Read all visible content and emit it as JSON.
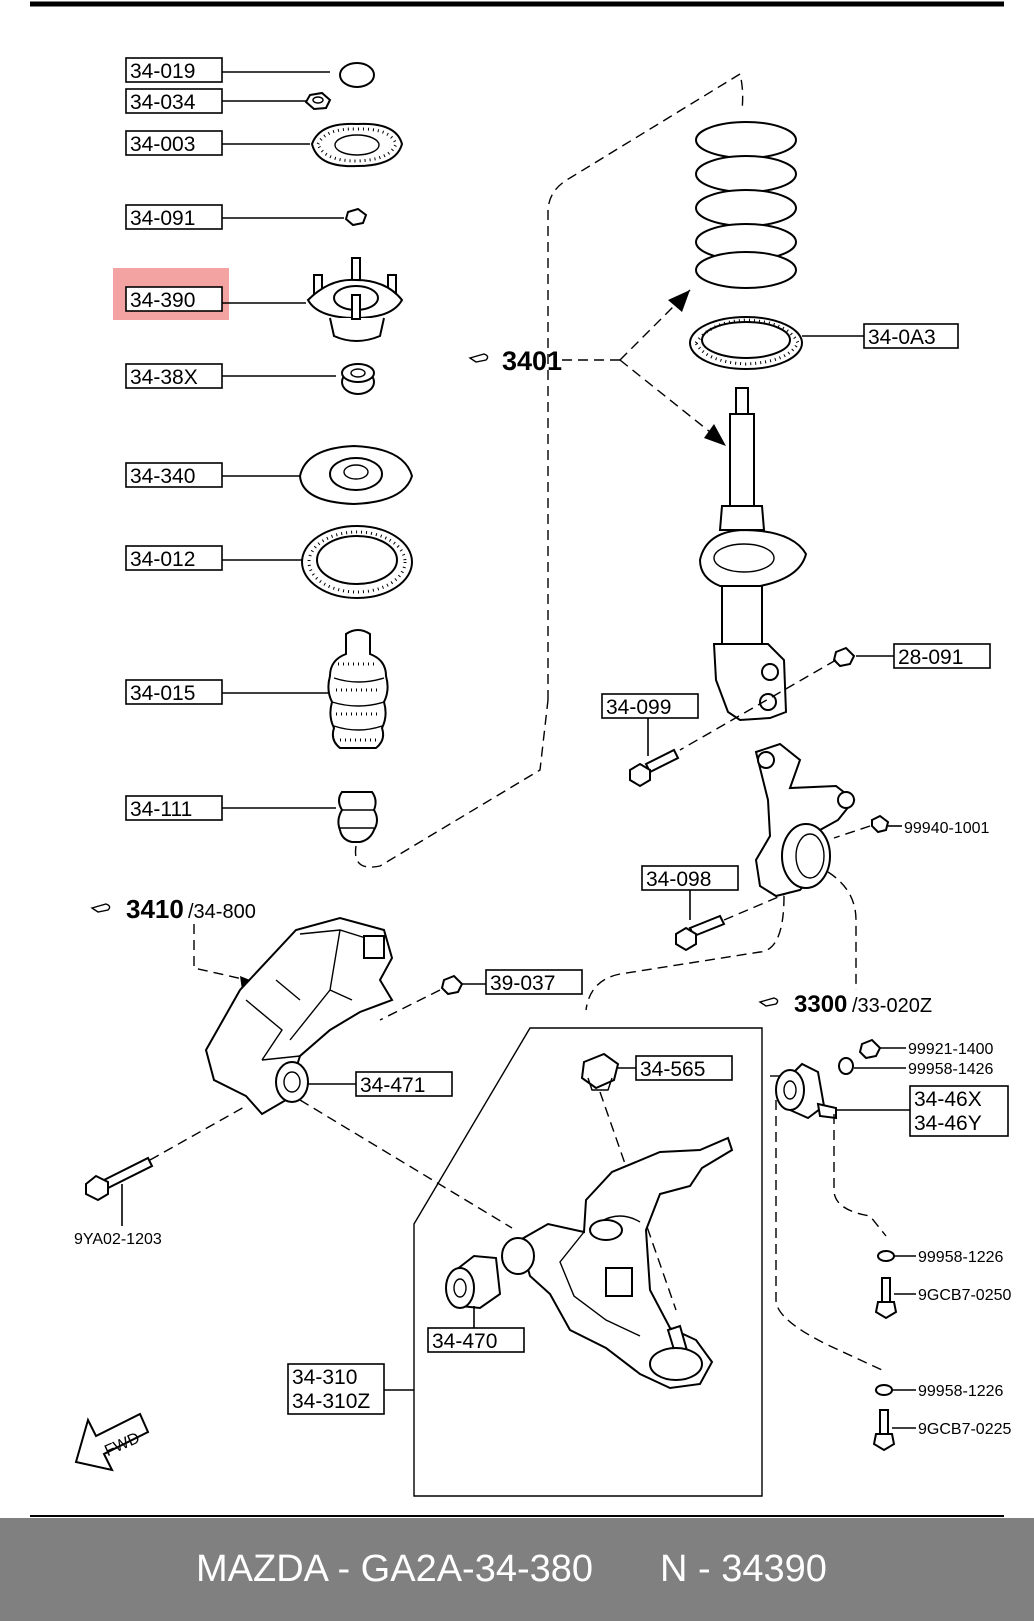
{
  "diagram": {
    "highlight_color": "#f4a3a3",
    "highlighted_label": "34-390",
    "labels": {
      "p34_019": "34-019",
      "p34_034": "34-034",
      "p34_003": "34-003",
      "p34_091": "34-091",
      "p34_390": "34-390",
      "p34_38x": "34-38X",
      "p34_340": "34-340",
      "p34_012": "34-012",
      "p34_015": "34-015",
      "p34_111": "34-111",
      "p34_0a3": "34-0A3",
      "p28_091": "28-091",
      "p34_099": "34-099",
      "p34_098": "34-098",
      "p39_037": "39-037",
      "p34_471": "34-471",
      "p34_565": "34-565",
      "p34_46x": "34-46X",
      "p34_46y": "34-46Y",
      "p34_470": "34-470",
      "p34_310": "34-310",
      "p34_310z": "34-310Z",
      "p99940_1001": "99940-1001",
      "p99921_1400": "99921-1400",
      "p99958_1426": "99958-1426",
      "p99958_1226a": "99958-1226",
      "p9gcb7_0250": "9GCB7-0250",
      "p99958_1226b": "99958-1226",
      "p9gcb7_0225": "9GCB7-0225",
      "p9ya02_1203": "9YA02-1203"
    },
    "refs": {
      "r3401": "3401",
      "r3410": "3410",
      "r3410_sub": "/34-800",
      "r3300": "3300",
      "r3300_sub": "/33-020Z"
    },
    "fwd": "FWD",
    "pointer_icon": "hand-pointer-icon"
  },
  "footer": {
    "brand_part": "MAZDA - GA2A-34-380",
    "number": "N - 34390"
  }
}
